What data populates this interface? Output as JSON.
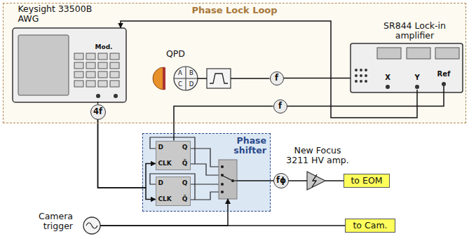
{
  "diagram": {
    "nodes": [
      {
        "text": [
          "Phase Lock Loop"
        ]
      },
      {
        "text": [
          "Keysight 33500B AWG"
        ],
        "in": 0
      },
      {
        "text": [
          "SR844 Lock-in amplifier"
        ],
        "in": 0
      },
      {
        "text": [
          "QPD"
        ],
        "in": 0
      },
      {
        "text": [
          "f"
        ],
        "in": 0
      },
      {
        "text": [
          "4f"
        ],
        "in": 0
      },
      {
        "text": [
          "f"
        ],
        "in": 0
      },
      {
        "text": [
          "Phase shifter"
        ]
      },
      {
        "text": [
          "D",
          "Q",
          "CLK",
          "Q̄"
        ],
        "in": 7
      },
      {
        "text": [
          "D",
          "Q",
          "CLK",
          "Q̄"
        ],
        "in": 7
      },
      {
        "text": [
          "fϕ"
        ]
      },
      {
        "text": [
          "New Focus 3211 HV amp."
        ]
      },
      {
        "text": [
          "to EOM"
        ]
      },
      {
        "text": [
          "Camera trigger"
        ]
      },
      {
        "text": [
          "to Cam."
        ]
      }
    ],
    "edges": [
      {
        "from": 2,
        "to": 1,
        "arrow": "to"
      },
      {
        "from": 4,
        "to": 2,
        "arrow": "none"
      },
      {
        "from": 3,
        "to": 4,
        "arrow": "none"
      },
      {
        "from": 1,
        "to": 5,
        "arrow": "none"
      },
      {
        "from": 5,
        "to": 8,
        "arrow": "to"
      },
      {
        "from": 5,
        "to": 9,
        "arrow": "to"
      },
      {
        "from": 2,
        "to": 6,
        "arrow": "none"
      },
      {
        "from": 6,
        "to": 8,
        "arrow": "none"
      },
      {
        "from": 7,
        "to": 10,
        "arrow": "none"
      },
      {
        "from": 10,
        "to": 11,
        "arrow": "none"
      },
      {
        "from": 11,
        "to": 12,
        "arrow": "none"
      },
      {
        "from": 13,
        "to": 14,
        "arrow": "none"
      },
      {
        "from": 13,
        "to": 7,
        "arrow": "to"
      }
    ],
    "labels": [
      "Mod.",
      "X",
      "Y",
      "Ref",
      "A",
      "B",
      "C",
      "D"
    ]
  }
}
